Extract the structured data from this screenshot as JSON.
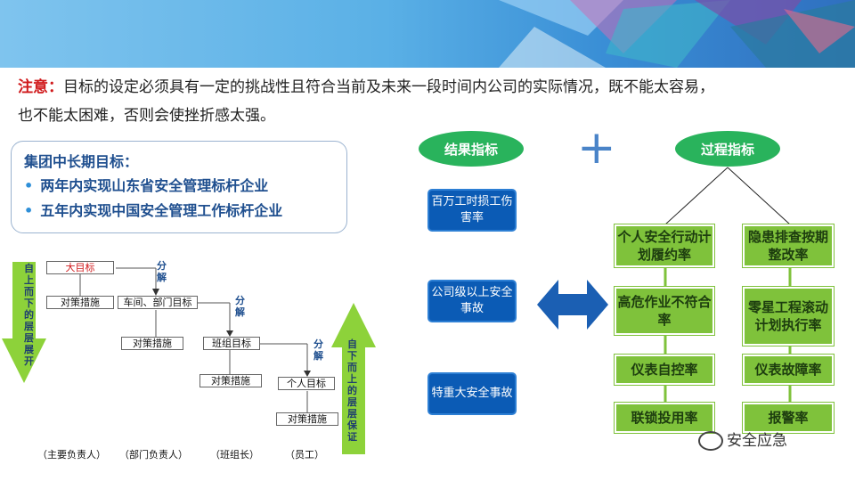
{
  "notice": {
    "label": "注意：",
    "line1": "目标的设定必须具有一定的挑战性且符合当前及未来一段时间内公司的实际情况，既不能太容易，",
    "line2": "也不能太困难，否则会使挫折感太强。"
  },
  "goals": {
    "title": "集团中长期目标：",
    "items": [
      "两年内实现山东省安全管理标杆企业",
      "五年内实现中国安全管理工作标杆企业"
    ]
  },
  "hierarchy": {
    "left_arrow": "自上而下的层层展开",
    "right_arrow": "自下而上的层层保证",
    "split_label": "分解",
    "levels": [
      {
        "target": "大目标",
        "measure": "对策措施",
        "role": "（主要负责人）"
      },
      {
        "target": "车间、部门目标",
        "measure": "对策措施",
        "role": "（部门负责人）"
      },
      {
        "target": "班组目标",
        "measure": "对策措施",
        "role": "（班组长）"
      },
      {
        "target": "个人目标",
        "measure": "对策措施",
        "role": "（员工）"
      }
    ]
  },
  "result": {
    "title": "结果指标",
    "items": [
      "百万工时损工伤害率",
      "公司级以上安全事故",
      "特重大安全事故"
    ]
  },
  "plus": "+",
  "process": {
    "title": "过程指标",
    "left": [
      "个人安全行动计划履约率",
      "高危作业不符合率",
      "仪表自控率",
      "联锁投用率"
    ],
    "right": [
      "隐患排查按期整改率",
      "零星工程滚动计划执行率",
      "仪表故障率",
      "报警率"
    ]
  },
  "watermark": "安全应急",
  "colors": {
    "accent_red": "#d0191b",
    "title_blue": "#1f4f8f",
    "box_blue": "#0b5bb5",
    "green": "#7fc23b",
    "oval_green": "#29b35c"
  }
}
